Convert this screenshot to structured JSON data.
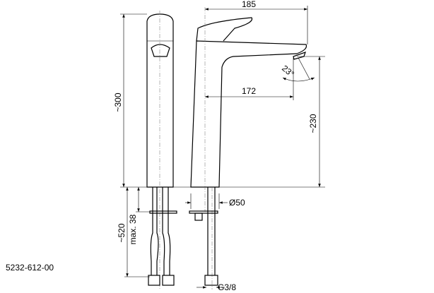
{
  "drawing": {
    "part_number": "5232-612-00",
    "dimensions": {
      "total_length": "185",
      "spout_reach": "172",
      "spout_height": "~230",
      "body_height": "~300",
      "hose_length": "~520",
      "max_thickness": "max. 38",
      "base_diameter": "Ø50",
      "connection_thread": "G3/8",
      "spout_angle": "23°"
    }
  }
}
